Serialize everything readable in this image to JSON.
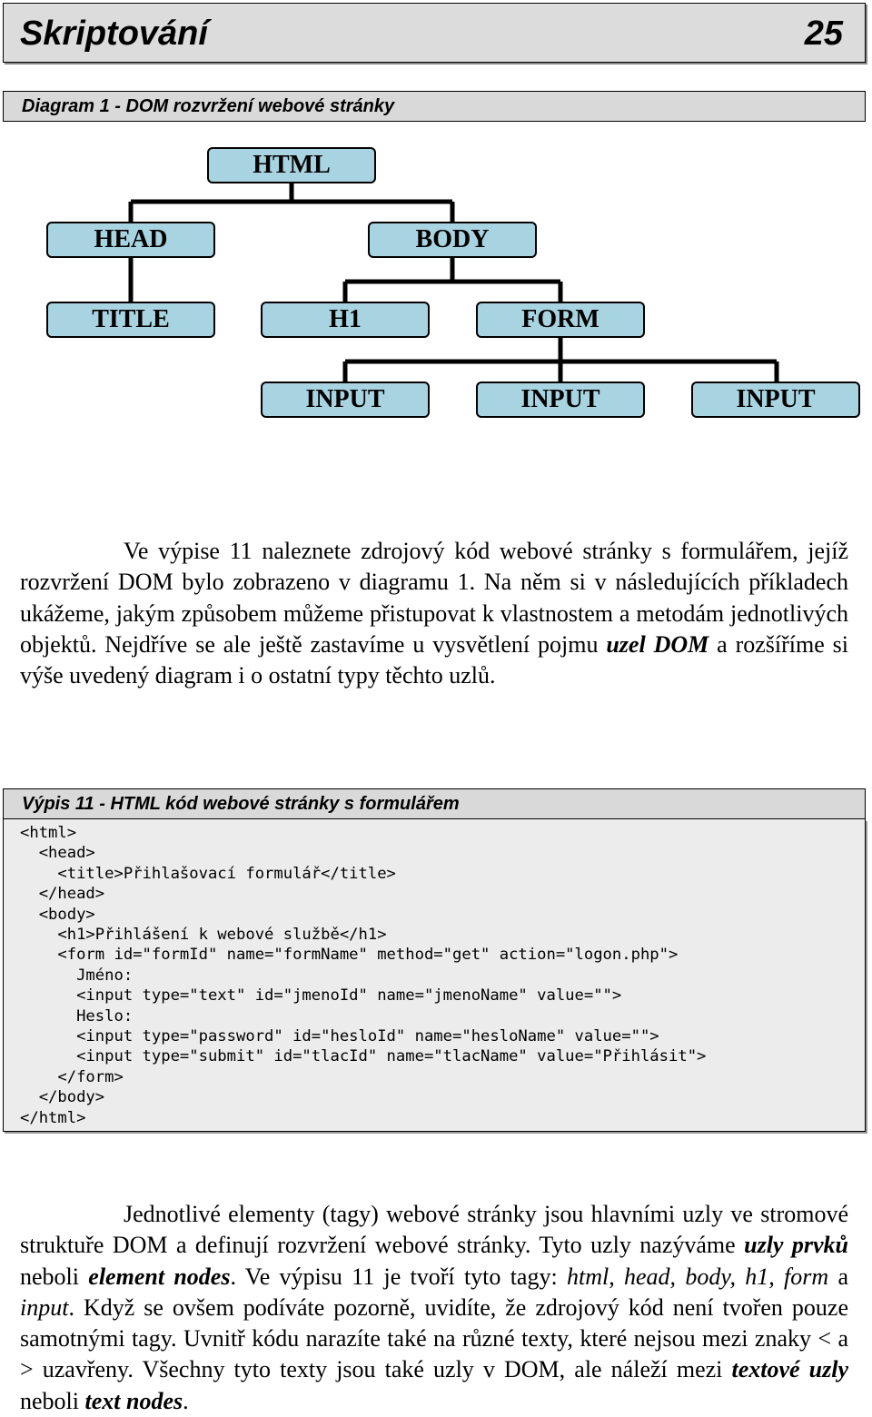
{
  "header": {
    "title": "Skriptování",
    "page_number": "25"
  },
  "diagram": {
    "caption": "Diagram 1 - DOM rozvržení webové stránky",
    "nodes": {
      "html": "HTML",
      "head": "HEAD",
      "body": "BODY",
      "title": "TITLE",
      "h1": "H1",
      "form": "FORM",
      "input1": "INPUT",
      "input2": "INPUT",
      "input3": "INPUT"
    },
    "node_color": "#a8d4e2"
  },
  "para1": {
    "t1": "Ve výpise 11 naleznete zdrojový kód webové stránky s formulářem, jejíž rozvržení DOM bylo zobrazeno v diagramu 1. Na něm si v následujících příkladech ukážeme, jakým způsobem můžeme přistupovat k vlastnostem a metodám jednotlivých objektů. Nejdříve se ale ještě zastavíme u vysvětlení pojmu ",
    "em1": "uzel DOM",
    "t2": " a rozšíříme si výše uvedený diagram i o ostatní typy těchto uzlů."
  },
  "listing": {
    "caption": "Výpis 11 - HTML kód webové stránky s formulářem",
    "lines": [
      "<html>",
      "  <head>",
      "    <title>Přihlašovací formulář</title>",
      "  </head>",
      "  <body>",
      "    <h1>Přihlášení k webové službě</h1>",
      "    <form id=\"formId\" name=\"formName\" method=\"get\" action=\"logon.php\">",
      "      Jméno:",
      "      <input type=\"text\" id=\"jmenoId\" name=\"jmenoName\" value=\"\">",
      "      Heslo:",
      "      <input type=\"password\" id=\"hesloId\" name=\"hesloName\" value=\"\">",
      "      <input type=\"submit\" id=\"tlacId\" name=\"tlacName\" value=\"Přihlásit\">",
      "    </form>",
      "  </body>",
      "</html>"
    ]
  },
  "para2": {
    "t1": "Jednotlivé elementy (tagy) webové stránky jsou hlavními uzly ve stromové struktuře DOM a definují rozvržení webové stránky. Tyto uzly nazýváme ",
    "em1": "uzly prvků",
    "t2": " neboli ",
    "em2": "element nodes",
    "t3": ". Ve výpisu 11 je tvoří tyto tagy: ",
    "em3": "html, head, body, h1, form",
    "t4": " a ",
    "em4": "input",
    "t5": ". Když se ovšem podíváte pozorně, uvidíte, že zdrojový kód není tvořen pouze samotnými tagy. Uvnitř kódu narazíte také na různé texty, které nejsou mezi znaky < a > uzavřeny. Všechny tyto texty jsou také uzly v DOM, ale náleží mezi ",
    "em5": "textové uzly",
    "t6": " neboli ",
    "em6": "text nodes",
    "t7": "."
  }
}
